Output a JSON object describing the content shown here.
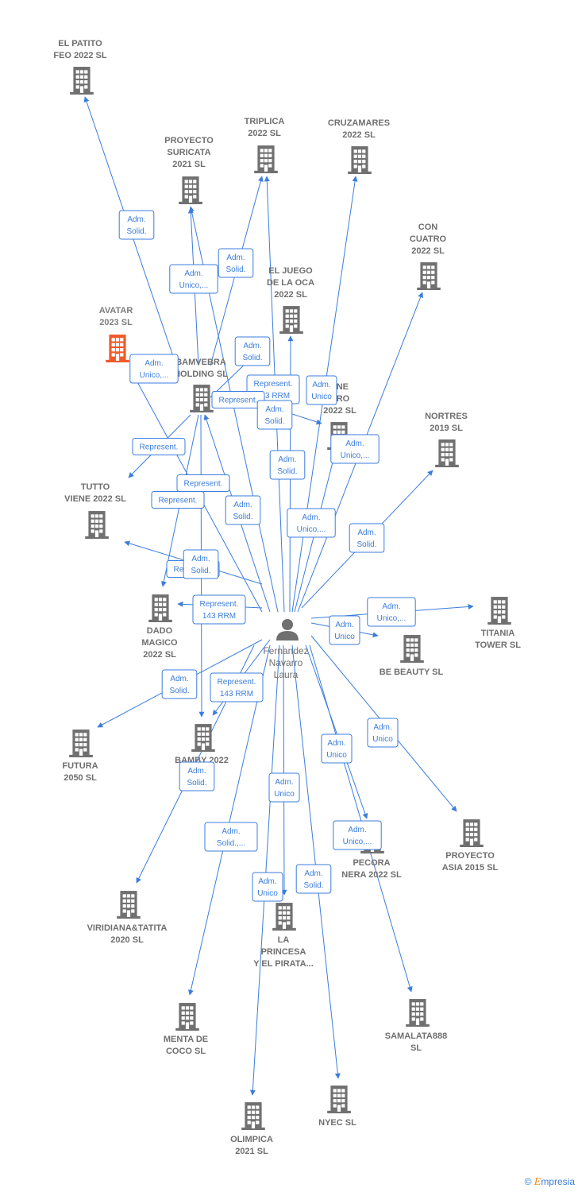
{
  "colors": {
    "edge": "#3b7ddd",
    "building": "#707070",
    "building_highlight": "#f05a28",
    "person": "#707070"
  },
  "center": {
    "icon": "person-icon",
    "label_lines": [
      "Fernandez",
      "Navarro",
      "Laura"
    ]
  },
  "companies": [
    {
      "id": "el-patito",
      "label_lines": [
        "EL PATITO",
        "FEO 2022  SL"
      ]
    },
    {
      "id": "triplica",
      "label_lines": [
        "TRIPLICA",
        "2022  SL"
      ]
    },
    {
      "id": "cruzamares",
      "label_lines": [
        "CRUZAMARES",
        "2022  SL"
      ]
    },
    {
      "id": "proyecto-suricata",
      "label_lines": [
        "PROYECTO",
        "SURICATA",
        "2021  SL"
      ]
    },
    {
      "id": "con-cuatro",
      "label_lines": [
        "CON",
        "CUATRO",
        "2022  SL"
      ]
    },
    {
      "id": "el-juego",
      "label_lines": [
        "EL JUEGO",
        "DE LA OCA",
        "2022  SL"
      ]
    },
    {
      "id": "avatar",
      "label_lines": [
        "AVATAR",
        "2023  SL"
      ],
      "highlight": true
    },
    {
      "id": "bamvebra",
      "label_lines": [
        "BAMVEBRA",
        "HOLDING  SL"
      ]
    },
    {
      "id": "tne-bro",
      "label_lines": [
        "TNE",
        "BRO",
        "2022  SL"
      ]
    },
    {
      "id": "nortres",
      "label_lines": [
        "NORTRES",
        "2019  SL"
      ]
    },
    {
      "id": "tutto-viene",
      "label_lines": [
        "TUTTO",
        "VIENE 2022  SL"
      ]
    },
    {
      "id": "dado-magico",
      "label_lines": [
        "DADO",
        "MAGICO",
        "2022  SL"
      ]
    },
    {
      "id": "titania",
      "label_lines": [
        "TITANIA",
        "TOWER  SL"
      ]
    },
    {
      "id": "be-beauty",
      "label_lines": [
        "BE BEAUTY  SL"
      ]
    },
    {
      "id": "futura",
      "label_lines": [
        "FUTURA",
        "2050  SL"
      ]
    },
    {
      "id": "bamby",
      "label_lines": [
        "BAMBY 2022"
      ]
    },
    {
      "id": "proyecto-asia",
      "label_lines": [
        "PROYECTO",
        "ASIA 2015  SL"
      ]
    },
    {
      "id": "pecora",
      "label_lines": [
        "PECORA",
        "NERA 2022  SL"
      ]
    },
    {
      "id": "viridiana",
      "label_lines": [
        "VIRIDIANA&TATITA",
        "2020  SL"
      ]
    },
    {
      "id": "la-princesa",
      "label_lines": [
        "LA",
        "PRINCESA",
        "Y EL PIRATA..."
      ]
    },
    {
      "id": "samalata",
      "label_lines": [
        "SAMALATA888",
        "SL"
      ]
    },
    {
      "id": "menta",
      "label_lines": [
        "MENTA DE",
        "COCO  SL"
      ]
    },
    {
      "id": "nyec",
      "label_lines": [
        "NYEC SL"
      ]
    },
    {
      "id": "olimpica",
      "label_lines": [
        "OLIMPICA",
        "2021  SL"
      ]
    }
  ],
  "edge_labels": [
    {
      "id": "e-patito",
      "lines": [
        "Adm.",
        "Solid."
      ]
    },
    {
      "id": "e-suricata",
      "lines": [
        "Adm.",
        "Unico,..."
      ]
    },
    {
      "id": "e-triplica",
      "lines": [
        "Adm.",
        "Solid."
      ]
    },
    {
      "id": "e-juego",
      "lines": [
        "Adm.",
        "Solid."
      ]
    },
    {
      "id": "e-avatar",
      "lines": [
        "Adm.",
        "Unico,..."
      ]
    },
    {
      "id": "e-bamvebra-rep",
      "lines": [
        "Represent.",
        "143 RRM"
      ]
    },
    {
      "id": "e-bamvebra-rep2",
      "lines": [
        "Represent."
      ]
    },
    {
      "id": "e-tne-unico",
      "lines": [
        "Adm.",
        "Unico"
      ]
    },
    {
      "id": "e-tne-solid",
      "lines": [
        "Adm.",
        "Solid."
      ]
    },
    {
      "id": "e-bam-tutto",
      "lines": [
        "Adm.",
        "Unico,..."
      ]
    },
    {
      "id": "e-represent-a",
      "lines": [
        "Represent."
      ]
    },
    {
      "id": "e-represent-b",
      "lines": [
        "Represent."
      ]
    },
    {
      "id": "e-con-cuatro",
      "lines": [
        "Adm.",
        "Solid."
      ]
    },
    {
      "id": "e-represent-c",
      "lines": [
        "Represent."
      ]
    },
    {
      "id": "e-bam-dado",
      "lines": [
        "Adm.",
        "Solid."
      ]
    },
    {
      "id": "e-bam-unico2",
      "lines": [
        "Adm.",
        "Unico,..."
      ]
    },
    {
      "id": "e-nortres",
      "lines": [
        "Adm.",
        "Solid."
      ]
    },
    {
      "id": "e-tutto",
      "lines": [
        "Represent."
      ]
    },
    {
      "id": "e-tutto-solid",
      "lines": [
        "Adm.",
        "Solid."
      ]
    },
    {
      "id": "e-dado",
      "lines": [
        "Represent.",
        "143 RRM"
      ]
    },
    {
      "id": "e-titania",
      "lines": [
        "Adm.",
        "Unico,..."
      ]
    },
    {
      "id": "e-beauty",
      "lines": [
        "Adm.",
        "Unico"
      ]
    },
    {
      "id": "e-futura",
      "lines": [
        "Adm.",
        "Solid."
      ]
    },
    {
      "id": "e-bamby",
      "lines": [
        "Represent.",
        "143 RRM"
      ]
    },
    {
      "id": "e-asia",
      "lines": [
        "Adm.",
        "Unico"
      ]
    },
    {
      "id": "e-pecora",
      "lines": [
        "Adm.",
        "Unico"
      ]
    },
    {
      "id": "e-viridiana",
      "lines": [
        "Adm.",
        "Solid."
      ]
    },
    {
      "id": "e-princesa",
      "lines": [
        "Adm.",
        "Unico"
      ]
    },
    {
      "id": "e-samalata",
      "lines": [
        "Adm.",
        "Unico,..."
      ]
    },
    {
      "id": "e-menta",
      "lines": [
        "Adm.",
        "Solid.,..."
      ]
    },
    {
      "id": "e-olimpica",
      "lines": [
        "Adm.",
        "Unico"
      ]
    },
    {
      "id": "e-nyec",
      "lines": [
        "Adm.",
        "Solid."
      ]
    }
  ],
  "copyright": {
    "symbol": "©",
    "brand_initial": "E",
    "brand_rest": "mpresia"
  }
}
